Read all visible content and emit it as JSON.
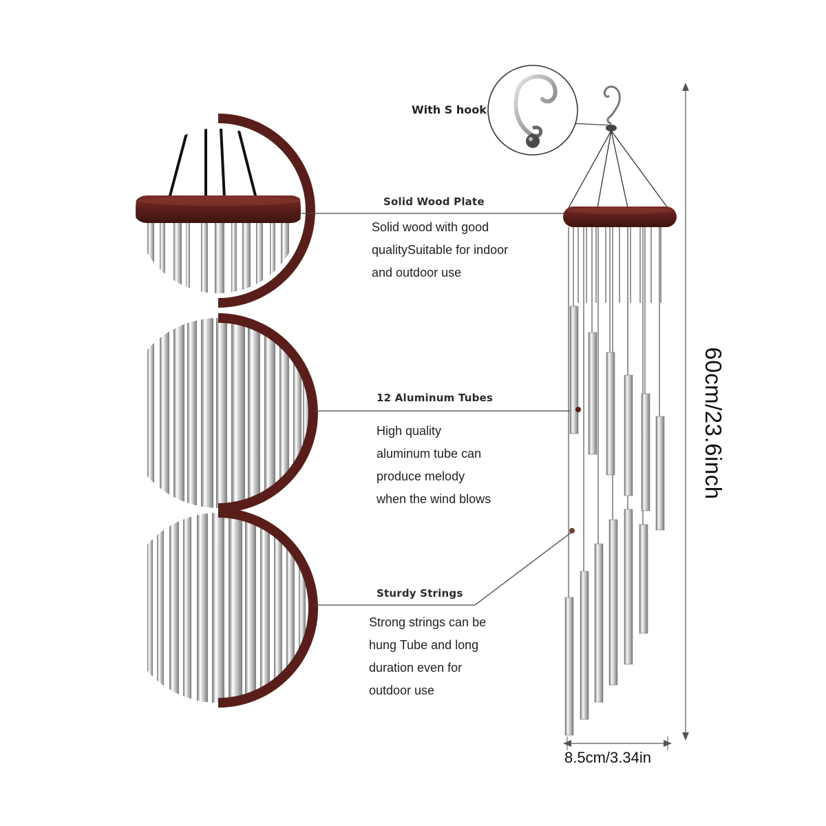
{
  "hook": {
    "label": "With S hook"
  },
  "features": [
    {
      "title": "Solid Wood  Plate",
      "lines": [
        "Solid wood with good",
        "qualitySuitable for indoor",
        "and outdoor use"
      ]
    },
    {
      "title": "12 Aluminum Tubes",
      "lines": [
        "High quality",
        "aluminum tube can",
        "produce melody",
        "when the wind blows"
      ]
    },
    {
      "title": "Sturdy Strings",
      "lines": [
        "Strong strings can be",
        "hung Tube and long",
        "duration even for",
        "outdoor use"
      ]
    }
  ],
  "dimensions": {
    "height": "60cm/23.6inch",
    "width": "8.5cm/3.34in"
  },
  "colors": {
    "wood": "#5a1e1a",
    "tube_light": "#f4f4f4",
    "tube_dark": "#8a8a8a",
    "string": "#333333"
  }
}
